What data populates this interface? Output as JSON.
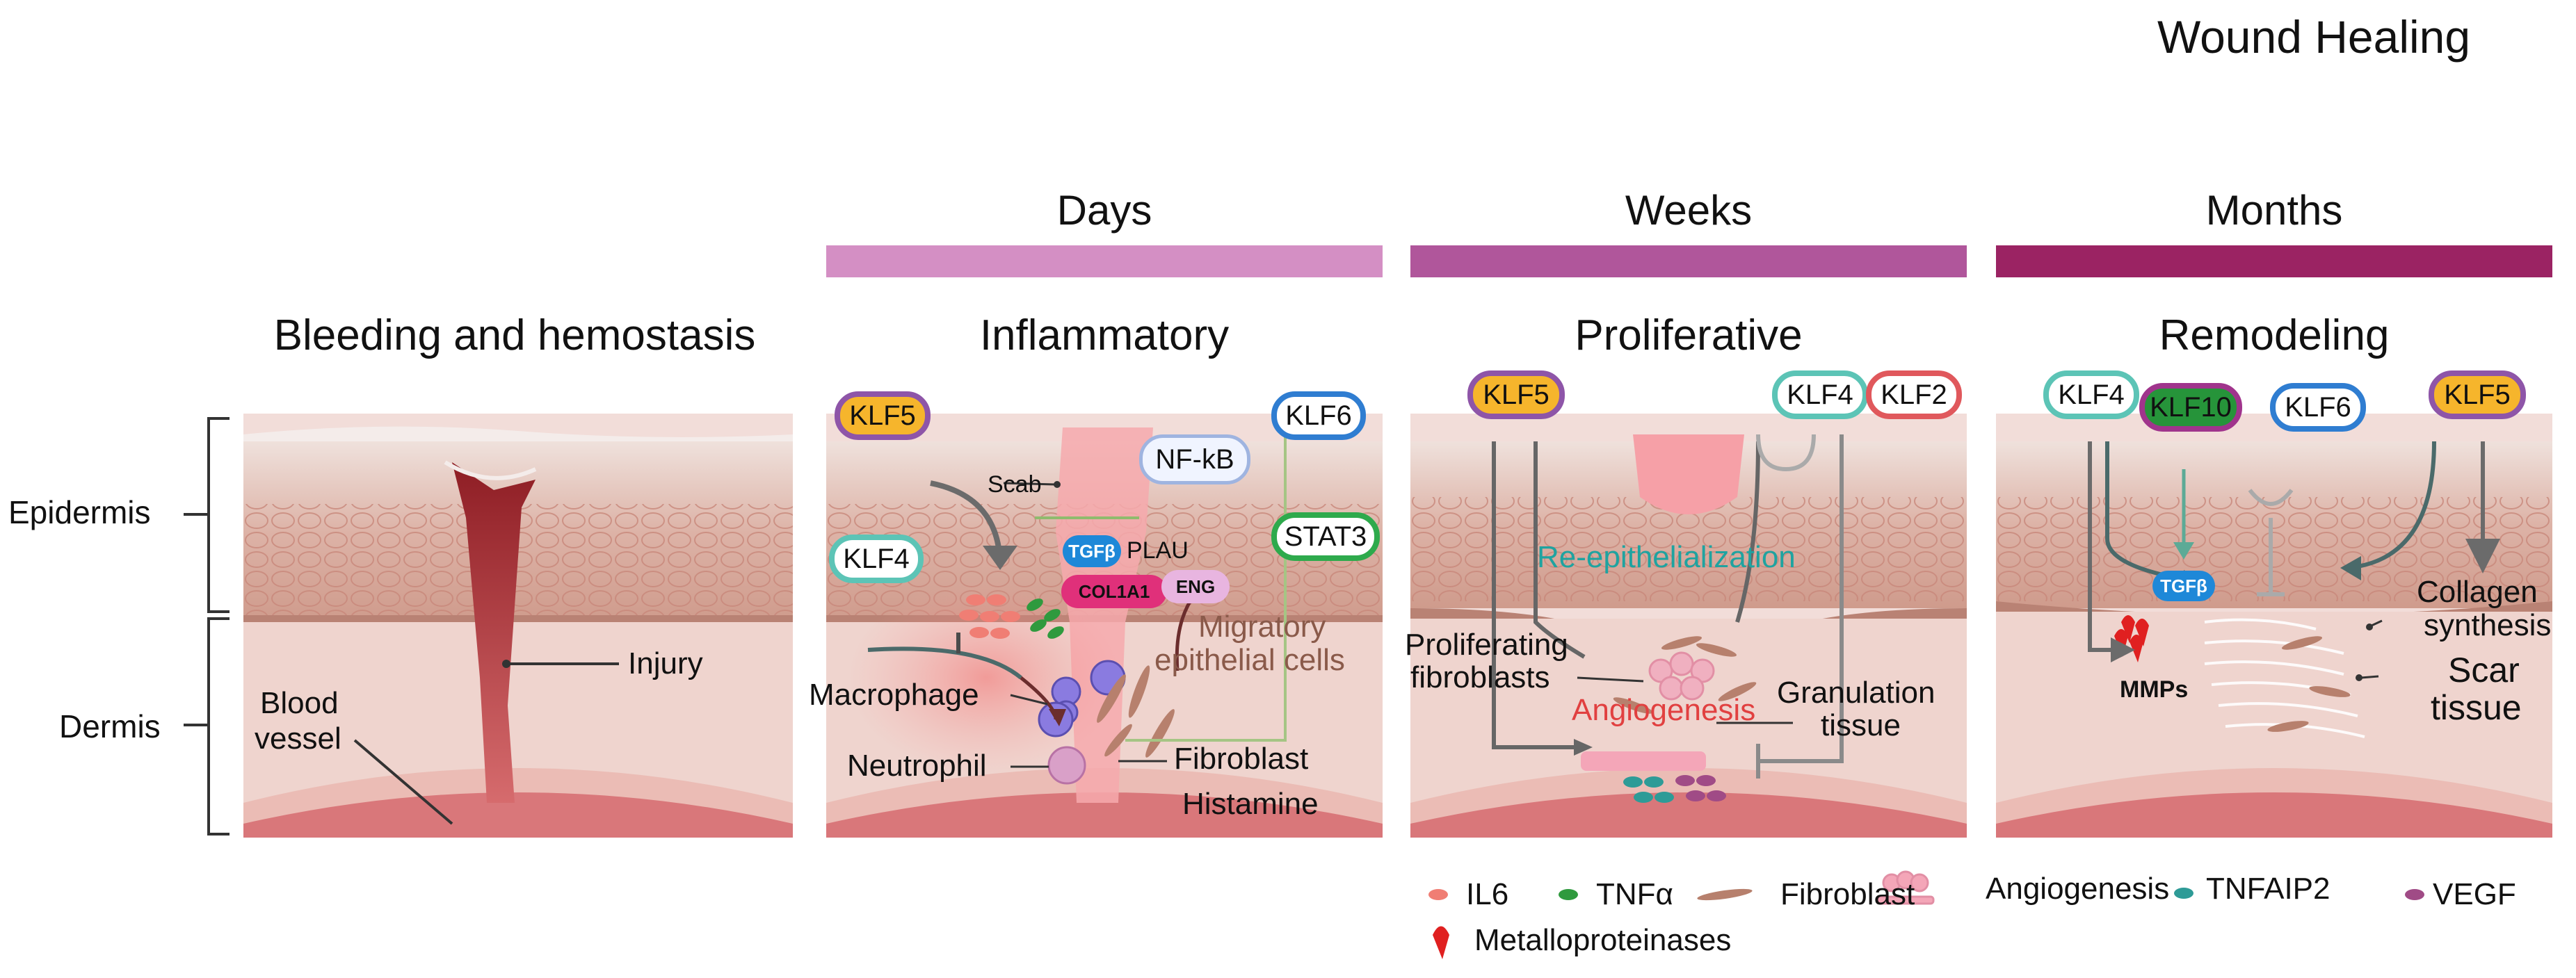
{
  "title": "Wound Healing",
  "phases_time": [
    {
      "label": "Days",
      "color": "#d48fc4"
    },
    {
      "label": "Weeks",
      "color": "#b0569b"
    },
    {
      "label": "Months",
      "color": "#9b2363"
    }
  ],
  "phase_names": [
    "Bleeding and hemostasis",
    "Inflammatory",
    "Proliferative",
    "Remodeling"
  ],
  "side_labels": {
    "epidermis": "Epidermis",
    "dermis": "Dermis"
  },
  "panel1": {
    "injury": "Injury",
    "blood_vessel_1": "Blood",
    "blood_vessel_2": "vessel"
  },
  "panel2": {
    "klf5": "KLF5",
    "klf6": "KLF6",
    "klf4": "KLF4",
    "nfkb": "NF-kB",
    "stat3": "STAT3",
    "scab": "Scab",
    "tgfb": "TGFβ",
    "plau": "PLAU",
    "col1a1": "COL1A1",
    "eng": "ENG",
    "migratory_1": "Migratory",
    "migratory_2": "epithelial cells",
    "macrophage": "Macrophage",
    "neutrophil": "Neutrophil",
    "fibroblast": "Fibroblast",
    "histamine": "Histamine"
  },
  "panel3": {
    "klf5": "KLF5",
    "klf4": "KLF4",
    "klf2": "KLF2",
    "reepi": "Re-epithelialization",
    "prolif_1": "Proliferating",
    "prolif_2": "fibroblasts",
    "angio": "Angiogenesis",
    "gran_1": "Granulation",
    "gran_2": "tissue"
  },
  "panel4": {
    "klf4": "KLF4",
    "klf10": "KLF10",
    "klf6": "KLF6",
    "klf5": "KLF5",
    "tgfb": "TGFβ",
    "mmps": "MMPs",
    "collagen_1": "Collagen",
    "collagen_2": "synthesis",
    "scar_1": "Scar",
    "scar_2": "tissue"
  },
  "legend": {
    "il6": "IL6",
    "tnfa": "TNFα",
    "fibroblast": "Fibroblast",
    "angiogenesis": "Angiogenesis",
    "tnfaip2": "TNFAIP2",
    "vegf": "VEGF",
    "mmp": "Metalloproteinases"
  },
  "colors": {
    "klf5_fill": "#f6b52c",
    "klf5_border": "#8e55a8",
    "klf6_border": "#2f7dd1",
    "klf4_border": "#5cc4b6",
    "klf2_border": "#e0585c",
    "stat3_border": "#2eaa4c",
    "klf10_fill": "#26943a",
    "klf10_border": "#a0348c",
    "tgfb": "#1e88d8",
    "col1a1": "#e0307a",
    "reepi": "#1fa3a0",
    "angio": "#e14040"
  }
}
